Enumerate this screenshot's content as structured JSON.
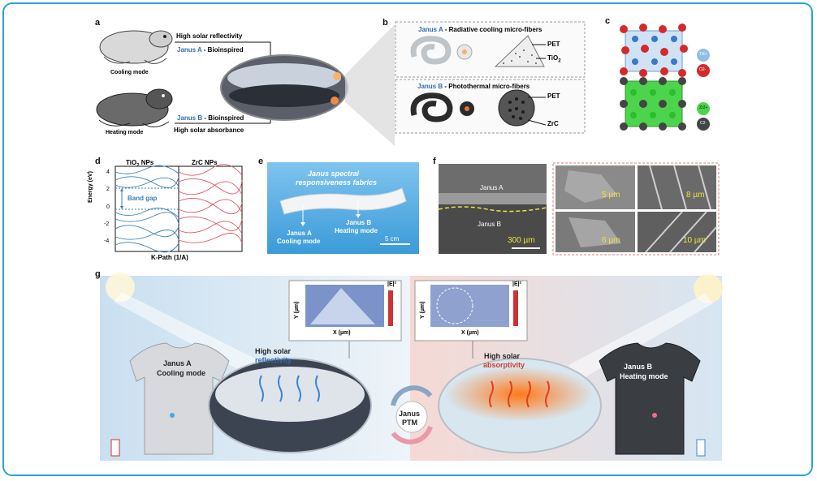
{
  "panels": {
    "a": "a",
    "b": "b",
    "c": "c",
    "d": "d",
    "e": "e",
    "f": "f",
    "g": "g"
  },
  "a": {
    "high_reflectivity": "High solar reflectivity",
    "janus_a": "Janus A",
    "bioinspired_a": " - Bioinspired",
    "cooling_mode": "Cooling mode",
    "janus_b": "Janus B",
    "bioinspired_b": " - Bioinspired",
    "heating_mode": "Heating mode",
    "high_absorbance": "High solar absorbance"
  },
  "b": {
    "janus_a": "Janus A",
    "title_a": " - Radiative cooling micro-fibers",
    "pet_a": "PET",
    "tio2": "TiO",
    "tio2_sub": "2",
    "janus_b": "Janus B",
    "title_b": " - Photothermal micro-fibers",
    "pet_b": "PET",
    "zrc": "ZrC"
  },
  "c": {
    "ti": "Ti4+",
    "o": "O2-",
    "zr": "Zr2+",
    "cc": "C2-"
  },
  "d": {
    "tio2_nps": "TiO",
    "tio2_sub": "2",
    "tio2_suffix": " NPs",
    "zrc_nps": "ZrC NPs",
    "ylabel": "Energy (eV)",
    "xlabel": "K-Path (1/A)",
    "band_gap": "Band gap",
    "yticks": [
      "4",
      "2",
      "0",
      "-2",
      "-4"
    ]
  },
  "e": {
    "title_line1": "Janus spectral",
    "title_line2": "responsiveness fabrics",
    "janus_b": "Janus B",
    "heating_mode": "Heating mode",
    "janus_a": "Janus A",
    "cooling_mode": "Cooling mode",
    "scale": "5 cm"
  },
  "f": {
    "janus_a": "Janus A",
    "janus_b": "Janus B",
    "scale_main": "300 µm",
    "scale_1": "5 µm",
    "scale_2": "8 µm",
    "scale_3": "6 µm",
    "scale_4": "10 µm"
  },
  "g": {
    "janus_a": "Janus A",
    "cooling_mode": "Cooling mode",
    "high_solar_1": "High solar",
    "reflectivity": "reflectivity",
    "janus_center": "Janus",
    "ptm": "PTM",
    "high_solar_2": "High solar",
    "absorptivity": "absorptivity",
    "janus_b": "Janus B",
    "heating_mode": "Heating mode",
    "inset_y": "Y (µm)",
    "inset_x": "X (µm)",
    "e2": "|E|²"
  },
  "colors": {
    "frame": "#29a3d6",
    "janus_blue": "#2f6db5",
    "accent_red": "#d23b2a",
    "band_blue": "#3a7fb5",
    "band_red": "#e05560",
    "green_lattice": "#37c437"
  }
}
